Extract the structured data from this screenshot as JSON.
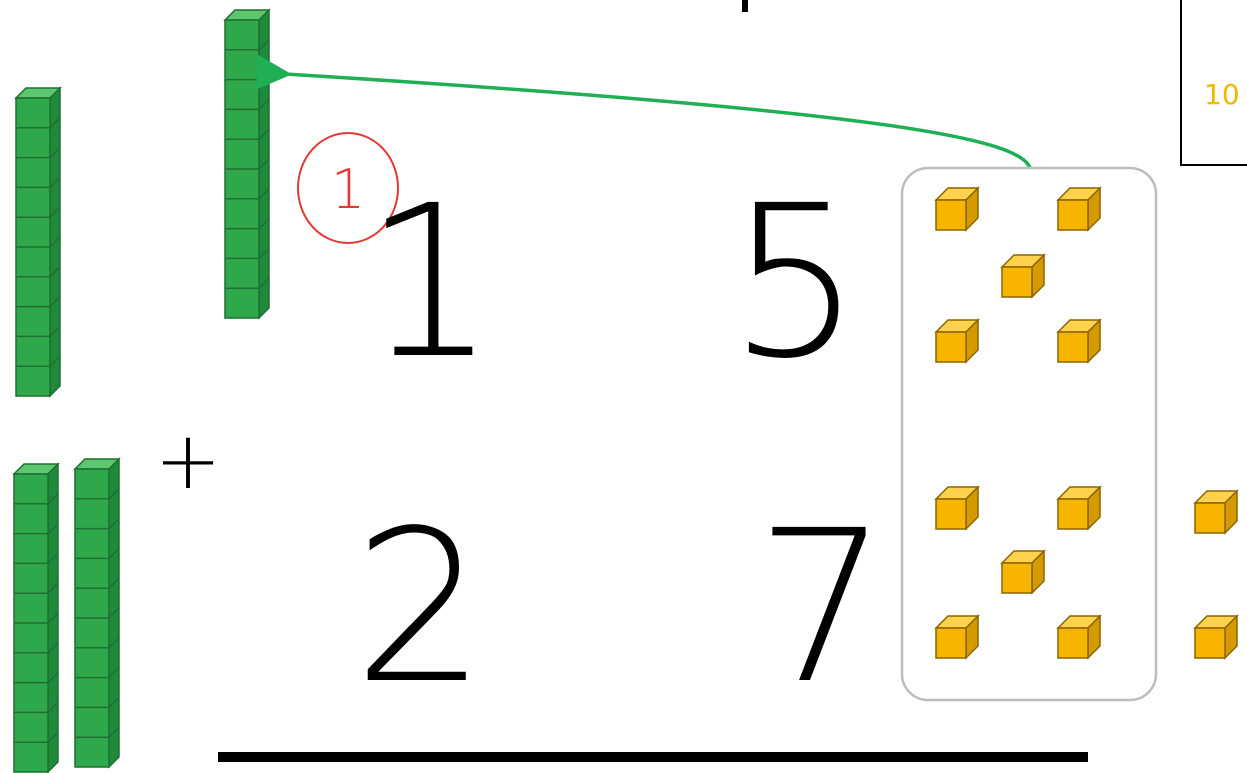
{
  "problem": {
    "top_tens": "1",
    "top_ones": "5",
    "bottom_tens": "2",
    "bottom_ones": "7",
    "operator": "+",
    "carry": "1"
  },
  "place_value_box": {
    "label": "10",
    "label_color": "#F2B800"
  },
  "blocks": {
    "top_number_tens_rods": 1,
    "carried_rods": 1,
    "bottom_number_tens_rods": 2,
    "grouped_unit_cubes": 10,
    "leftover_unit_cubes": 2,
    "rod_color": "#2EA84A",
    "cube_color": "#F7B500"
  },
  "colors": {
    "carry_circle": "#E53935",
    "arrow": "#1FAF55",
    "group_outline": "#BDBDBD"
  },
  "icons": [
    "ten-rod-icon",
    "unit-cube-icon",
    "carry-arrow-icon"
  ]
}
